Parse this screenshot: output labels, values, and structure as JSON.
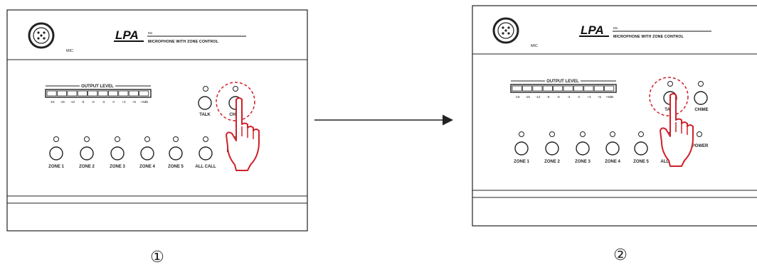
{
  "brand": {
    "logo": "LPA",
    "model": "M1",
    "description": "MICROPHONE WITH ZONE CONTROL",
    "mic_label": "MIC"
  },
  "meter": {
    "title": "OUTPUT LEVEL",
    "ticks": [
      "-18",
      "-15",
      "-12",
      "-9",
      "-6",
      "-3",
      "0",
      "+3",
      "+6",
      "+9dB"
    ]
  },
  "controls": {
    "talk": "TALK",
    "chime": "CHIME",
    "power": "POWER"
  },
  "zones": [
    "ZONE 1",
    "ZONE 2",
    "ZONE 3",
    "ZONE 4",
    "ZONE 5",
    "ALL CALL"
  ],
  "steps": [
    "①",
    "②"
  ],
  "colors": {
    "line": "#222222",
    "hand": "#d0202a",
    "highlight": "#d0202a"
  }
}
